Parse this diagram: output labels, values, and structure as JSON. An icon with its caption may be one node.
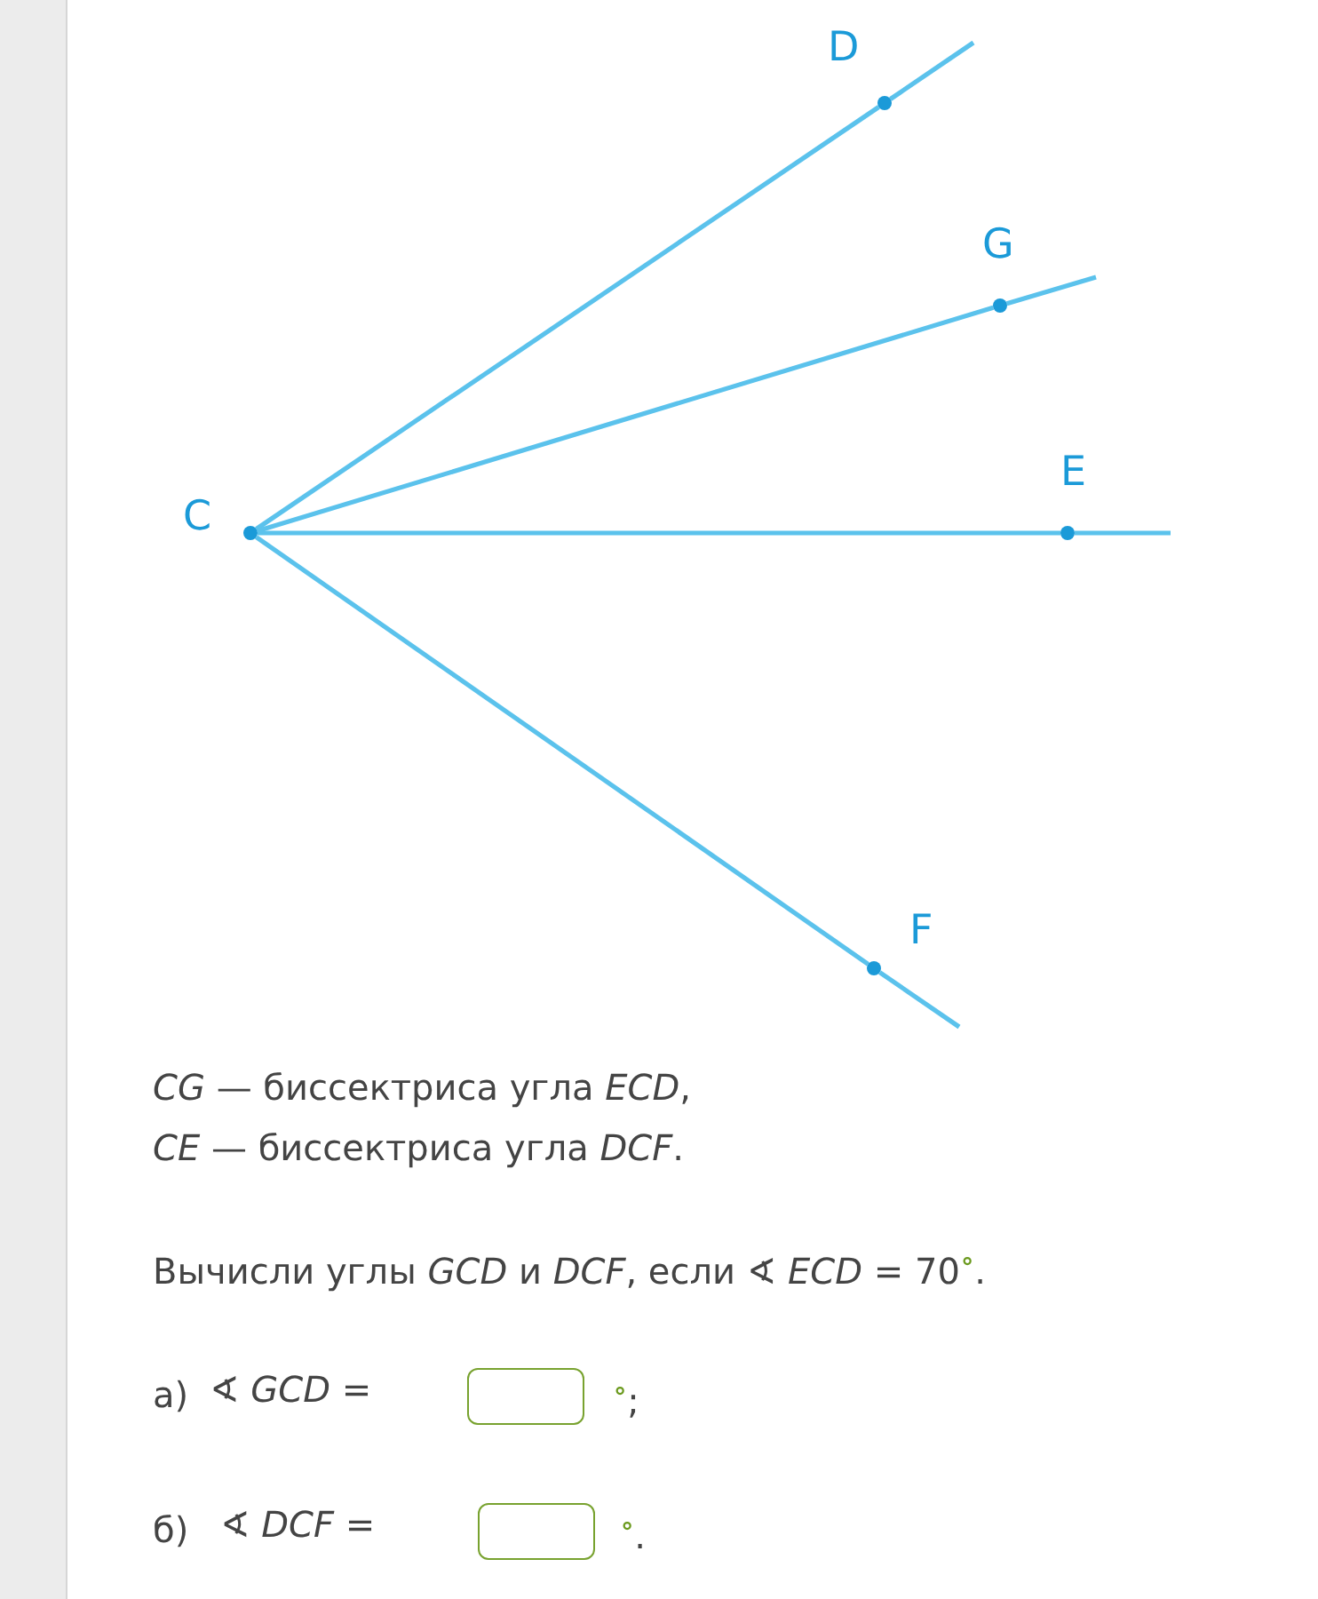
{
  "diagram": {
    "nodes": [
      {
        "text": [
          "C"
        ]
      },
      {
        "text": [
          "D"
        ]
      },
      {
        "text": [
          "G"
        ]
      },
      {
        "text": [
          "E"
        ]
      },
      {
        "text": [
          "F"
        ]
      }
    ],
    "edges": [
      {
        "from": 0,
        "to": 1,
        "arrow": "none"
      },
      {
        "from": 0,
        "to": 2,
        "arrow": "none"
      },
      {
        "from": 0,
        "to": 3,
        "arrow": "none"
      },
      {
        "from": 0,
        "to": 4,
        "arrow": "none"
      }
    ],
    "labels": [
      "*CG* — биссектриса угла *ECD*,",
      "*CE* — биссектриса угла *DCF*.",
      "Вычисли углы *GCD* и *DCF*, если ∢ *ECD* = 70$^{∘}$.",
      "а)",
      "∢ *GCD* =",
      "$^{∘}$;",
      "б)",
      "∢ *DCF* =",
      "$^{∘}$."
    ]
  }
}
